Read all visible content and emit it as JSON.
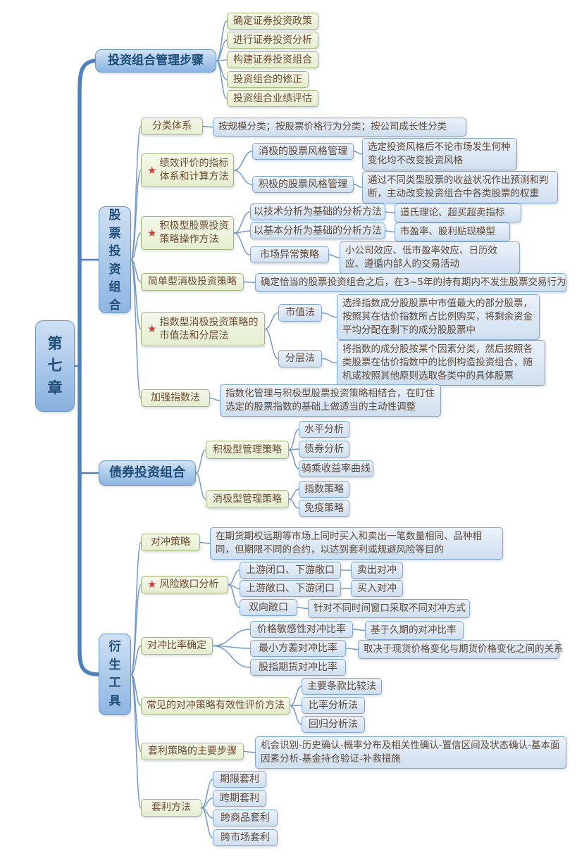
{
  "icons": {
    "star": "★"
  },
  "root": {
    "label": "第七章"
  },
  "steps": {
    "label": "投资组合管理步骤",
    "items": [
      "确定证券投资政策",
      "进行证券投资分析",
      "构建证券投资组合",
      "投资组合的修正",
      "投资组合业绩评估"
    ]
  },
  "stock": {
    "label": "股票投资组合",
    "classification": {
      "label": "分类体系",
      "desc": "按规模分类；按股票价格行为分类；按公司成长性分类"
    },
    "performance": {
      "label": "绩效评价的指标体系和计算方法",
      "passive": {
        "label": "消极的股票风格管理",
        "desc": "选定投资风格后不论市场发生何种变化均不改变投资风格"
      },
      "active": {
        "label": "积极的股票风格管理",
        "desc": "通过不同类型股票的收益状况作出预测和判断，主动改变投资组合中各类股票的权重"
      }
    },
    "active_strategy": {
      "label": "积极型股票投资策略操作方法",
      "technical": {
        "label": "以技术分析为基础的分析方法",
        "desc": "道氏理论、超买超卖指标"
      },
      "fundamental": {
        "label": "以基本分析为基础的分析方法",
        "desc": "市盈率、股利贴现模型"
      },
      "anomaly": {
        "label": "市场异常策略",
        "desc": "小公司效应、低市盈率效应、日历效应、遵循内部人的交易活动"
      }
    },
    "simple_passive": {
      "label": "简单型消极投资策略",
      "desc": "确定恰当的股票投资组合之后，在3~5年的持有期内不发生股票交易行为"
    },
    "index_passive": {
      "label": "指数型消极投资策略的市值法和分层法",
      "market_cap": {
        "label": "市值法",
        "desc": "选择指数成分股股票中市值最大的部分股票，按照其在估价指数所占比例购买，将剩余资金平均分配在剩下的成分股股票中"
      },
      "stratified": {
        "label": "分层法",
        "desc": "将指数的成分股按某个因素分类，然后按照各类股票在估价指数中的比例构造投资组合，随机或按照其他原则选取各类中的具体股票"
      }
    },
    "enhanced_index": {
      "label": "加强指数法",
      "desc": "指数化管理与积极型股票投资策略相结合，在盯住选定的股票指数的基础上做适当的主动性调整"
    }
  },
  "bond": {
    "label": "债券投资组合",
    "active": {
      "label": "积极型管理策略",
      "items": [
        "水平分析",
        "债券分析",
        "骑乘收益率曲线"
      ]
    },
    "passive": {
      "label": "消极型管理策略",
      "items": [
        "指数策略",
        "免疫策略"
      ]
    }
  },
  "derivatives": {
    "label": "衍生工具",
    "hedge": {
      "label": "对冲策略",
      "desc": "在期货期权远期等市场上同时买入和卖出一笔数量相同、品种相同，但期限不同的合约，以达到套利或规避风险等目的"
    },
    "risk_exposure": {
      "label": "风险敞口分析",
      "up_closed": {
        "label": "上游闭口、下游敞口",
        "desc": "卖出对冲"
      },
      "up_open": {
        "label": "上游敞口、下游闭口",
        "desc": "买入对冲"
      },
      "two_way": {
        "label": "双向敞口",
        "desc": "针对不同时间窗口采取不同对冲方式"
      }
    },
    "hedge_ratio": {
      "label": "对冲比率确定",
      "price_sensitivity": {
        "label": "价格敏感性对冲比率",
        "desc": "基于久期的对冲比率"
      },
      "min_variance": {
        "label": "最小方差对冲比率",
        "desc": "取决于现货价格变化与期货价格变化之间的关系"
      },
      "stock_index_futures": {
        "label": "股指期货对冲比率"
      }
    },
    "effectiveness": {
      "label": "常见的对冲策略有效性评价方法",
      "items": [
        "主要条款比较法",
        "比率分析法",
        "回归分析法"
      ]
    },
    "arbitrage_steps": {
      "label": "套利策略的主要步骤",
      "desc": "机会识别-历史确认-概率分布及相关性确认-置信区间及状态确认-基本面因素分析-基金持仓验证-补救措施"
    },
    "arbitrage_methods": {
      "label": "套利方法",
      "items": [
        "期限套利",
        "跨期套利",
        "跨商品套利",
        "跨市场套利"
      ]
    }
  },
  "colors": {
    "branch_fill": "#9dc3e6",
    "topic_fill": "#ebf1dd",
    "subtopic_fill": "#dae6f3",
    "star": "#cf3d3d",
    "line": "#4f81bd"
  }
}
